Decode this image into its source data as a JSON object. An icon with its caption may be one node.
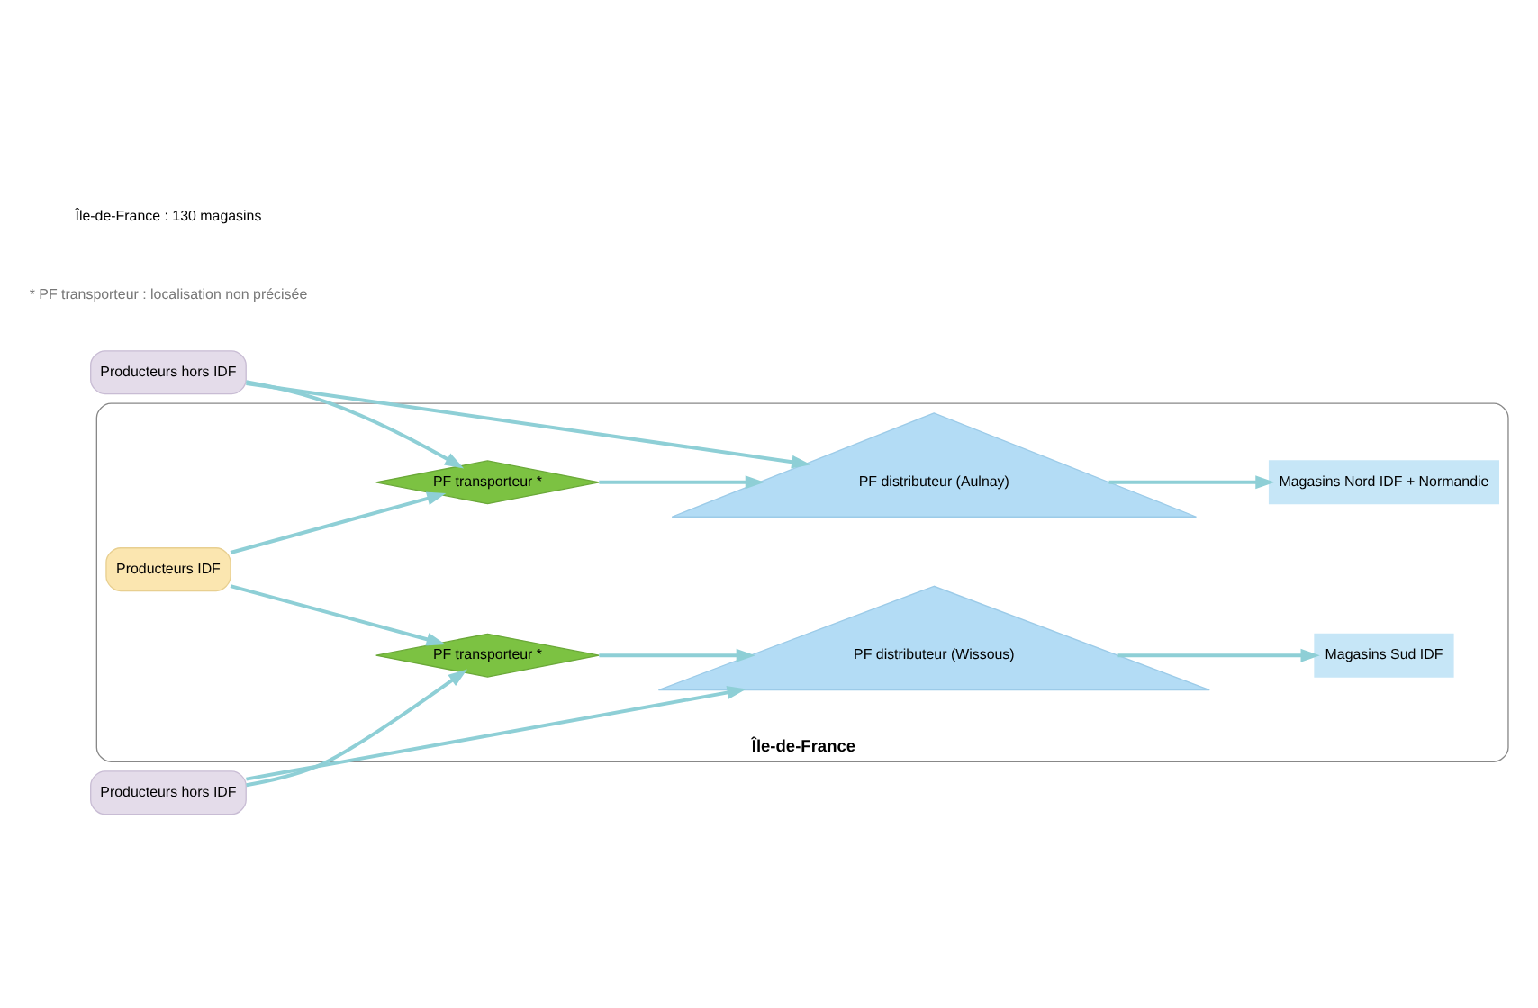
{
  "diagram": {
    "nodes": [
      {
        "text": [
          "Île-de-France"
        ]
      },
      {
        "text": [
          "Producteurs hors IDF"
        ]
      },
      {
        "text": [
          "PF transporteur *"
        ],
        "in": 0
      },
      {
        "text": [
          "PF distributeur (Aulnay)"
        ],
        "in": 0
      },
      {
        "text": [
          "Magasins Nord IDF + Normandie"
        ],
        "in": 0
      },
      {
        "text": [
          "Producteurs IDF"
        ],
        "in": 0
      },
      {
        "text": [
          "Producteurs hors IDF"
        ]
      },
      {
        "text": [
          "PF transporteur *"
        ],
        "in": 0
      },
      {
        "text": [
          "PF distributeur (Wissous)"
        ],
        "in": 0
      },
      {
        "text": [
          "Magasins Sud IDF"
        ],
        "in": 0
      }
    ],
    "edges": [
      {
        "from": 1,
        "to": 3,
        "arrow": "to"
      },
      {
        "from": 1,
        "to": 2,
        "arrow": "to"
      },
      {
        "from": 2,
        "to": 3,
        "arrow": "to"
      },
      {
        "from": 3,
        "to": 4,
        "arrow": "to"
      },
      {
        "from": 5,
        "to": 2,
        "arrow": "to"
      },
      {
        "from": 5,
        "to": 7,
        "arrow": "to"
      },
      {
        "from": 6,
        "to": 7,
        "arrow": "to"
      },
      {
        "from": 7,
        "to": 8,
        "arrow": "to"
      },
      {
        "from": 6,
        "to": 8,
        "arrow": "to"
      },
      {
        "from": 8,
        "to": 9,
        "arrow": "to"
      }
    ],
    "labels": [
      "* PF transporteur : localisation non précisée",
      "Île-de-France : 130 magasins"
    ]
  }
}
